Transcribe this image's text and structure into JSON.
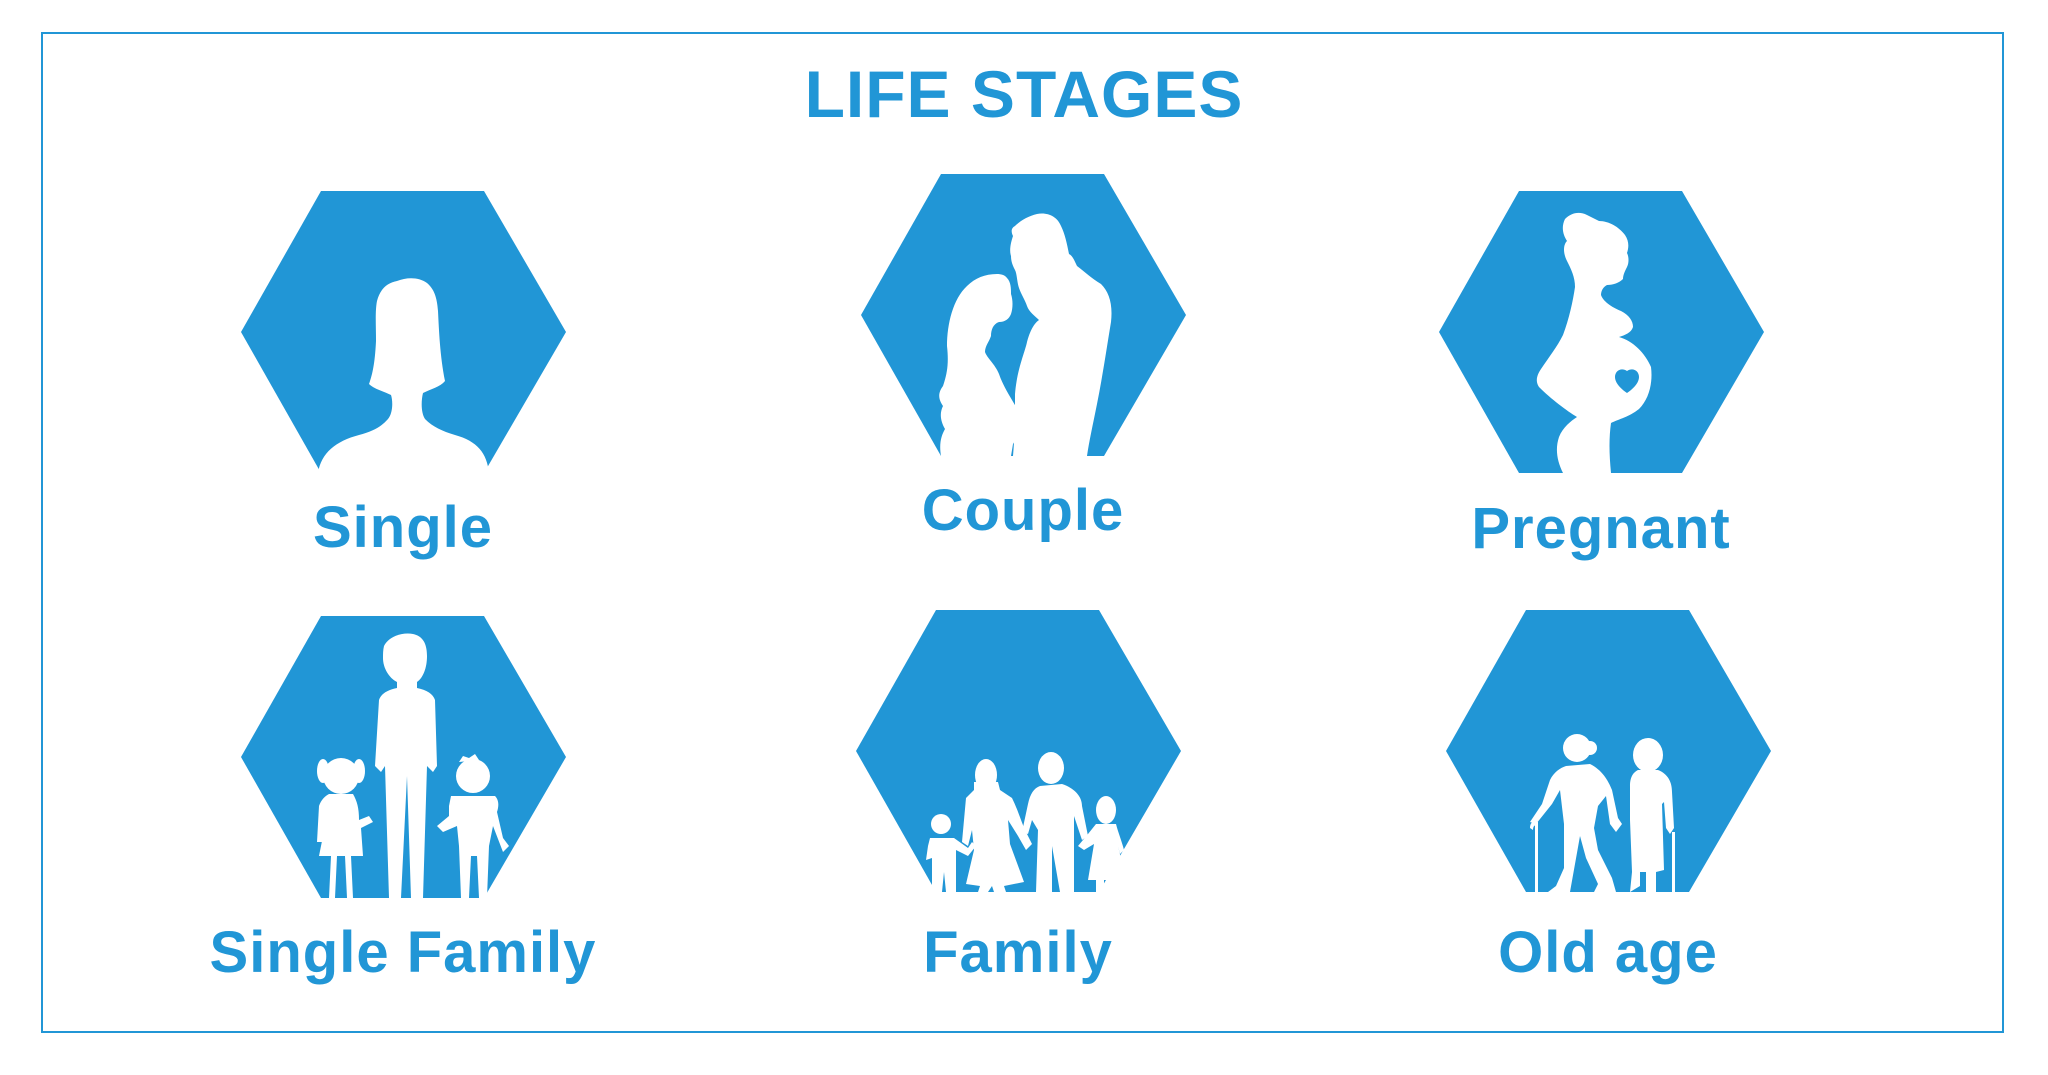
{
  "title": "LIFE STAGES",
  "colors": {
    "accent": "#2196D6",
    "background": "#FFFFFF",
    "silhouette": "#FFFFFF"
  },
  "stages": [
    {
      "label": "Single",
      "icon": "woman-bust-silhouette-icon"
    },
    {
      "label": "Couple",
      "icon": "couple-silhouette-icon"
    },
    {
      "label": "Pregnant",
      "icon": "pregnant-woman-silhouette-icon"
    },
    {
      "label": "Single Family",
      "icon": "single-parent-family-silhouette-icon"
    },
    {
      "label": "Family",
      "icon": "family-silhouette-icon"
    },
    {
      "label": "Old age",
      "icon": "elderly-couple-silhouette-icon"
    }
  ]
}
